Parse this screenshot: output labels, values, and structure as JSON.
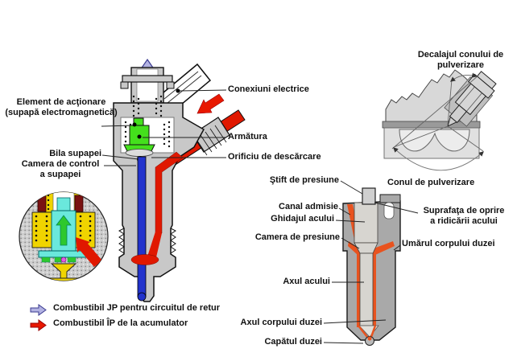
{
  "injector": {
    "label_element_1": "Element de acţionare",
    "label_element_2": "(supapă electromagnetică)",
    "label_bila": "Bila supapei",
    "label_camera_1": "Camera de control",
    "label_camera_2": "a supapei",
    "label_conexiuni": "Conexiuni electrice",
    "label_armatura": "Armătura",
    "label_orificiu": "Orificiu de descărcare"
  },
  "spray": {
    "title_1": "Decalajul conului de",
    "title_2": "pulverizare",
    "label_conul": "Conul de pulverizare"
  },
  "nozzle": {
    "label_stift": "Ştift de presiune",
    "label_canal": "Canal admisie",
    "label_ghidaj": "Ghidajul acului",
    "label_camera": "Camera de presiune",
    "label_suprafata_1": "Suprafaţa de oprire",
    "label_suprafata_2": "a ridicării acului",
    "label_umarul": "Umărul corpului duzei",
    "label_axul_acului": "Axul acului",
    "label_axul_corpului": "Axul corpului duzei",
    "label_capatul": "Capătul duzei"
  },
  "legend": {
    "items": [
      {
        "label": "Combustibil JP pentru circuitul de retur",
        "color": "#b2b2e2"
      },
      {
        "label": "Combustibil ÎP de la acumulator",
        "color": "#e81800"
      }
    ]
  },
  "colors": {
    "high_pressure_fuel": "#e01800",
    "return_fuel": "#2233cc",
    "armature_green": "#44e01c",
    "nozzle_channel_orange": "#e8531f",
    "body_gray": "#c8c8c8"
  }
}
